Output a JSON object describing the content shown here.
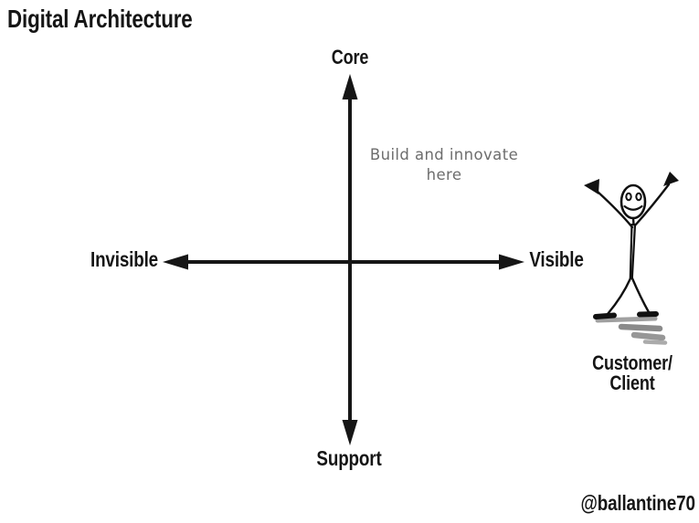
{
  "title": "Digital Architecture",
  "diagram": {
    "axis_color": "#161616",
    "labels": {
      "top": "Core",
      "bottom": "Support",
      "left": "Invisible",
      "right": "Visible"
    },
    "annotation": {
      "line1": "Build and innovate",
      "line2": "here",
      "color": "#6d6d6d"
    }
  },
  "figure": {
    "icon": "stick-figure",
    "label": {
      "line1": "Customer/",
      "line2": "Client"
    },
    "ink_color": "#111111",
    "shadow_color": "#979797"
  },
  "footer": {
    "handle": "@ballantine70"
  }
}
